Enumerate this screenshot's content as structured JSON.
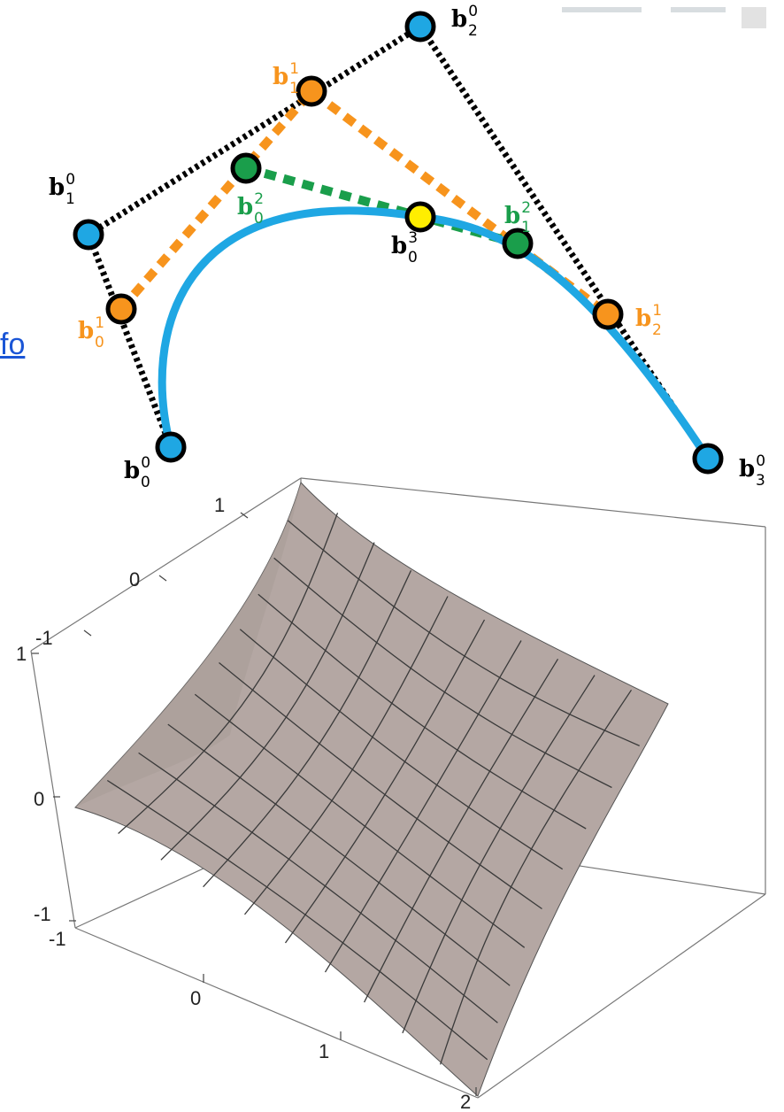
{
  "link": {
    "text": "fo"
  },
  "colors": {
    "blue": "#1fa7e3",
    "orange": "#f7941d",
    "green": "#1a9e4b",
    "yellow": "#ffee00",
    "black": "#000000",
    "surface": "#b4a7a3",
    "grid": "#3a3a3a"
  },
  "curve": {
    "points": [
      {
        "id": "b00",
        "base": "b",
        "sup": "0",
        "sub": "0",
        "color": "blue"
      },
      {
        "id": "b10",
        "base": "b",
        "sup": "0",
        "sub": "1",
        "color": "blue"
      },
      {
        "id": "b20",
        "base": "b",
        "sup": "0",
        "sub": "2",
        "color": "blue"
      },
      {
        "id": "b30",
        "base": "b",
        "sup": "0",
        "sub": "3",
        "color": "blue"
      },
      {
        "id": "b01",
        "base": "b",
        "sup": "1",
        "sub": "0",
        "color": "orange"
      },
      {
        "id": "b11",
        "base": "b",
        "sup": "1",
        "sub": "1",
        "color": "orange"
      },
      {
        "id": "b21",
        "base": "b",
        "sup": "1",
        "sub": "2",
        "color": "orange"
      },
      {
        "id": "b02",
        "base": "b",
        "sup": "2",
        "sub": "0",
        "color": "green"
      },
      {
        "id": "b12",
        "base": "b",
        "sup": "2",
        "sub": "1",
        "color": "green"
      },
      {
        "id": "b03",
        "base": "b",
        "sup": "3",
        "sub": "0",
        "color": "yellow"
      }
    ]
  },
  "plot3d": {
    "y_ticks": [
      "1",
      "0",
      "-1"
    ],
    "z_ticks": [
      "1",
      "0",
      "-1"
    ],
    "x_ticks": [
      "-1",
      "0",
      "1",
      "2"
    ]
  }
}
